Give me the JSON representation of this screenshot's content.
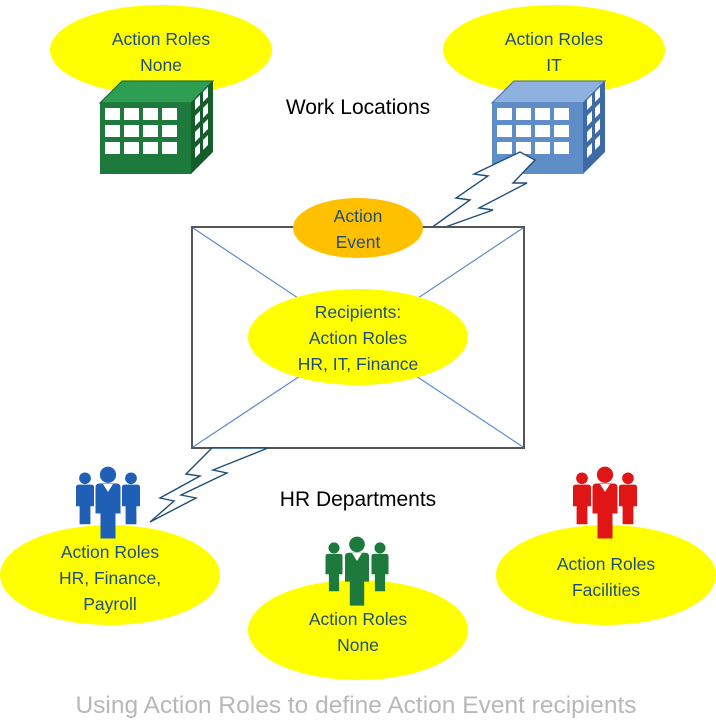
{
  "headings": {
    "work_locations": "Work Locations",
    "hr_departments": "HR Departments"
  },
  "work_locations": {
    "left": {
      "line1": "Action Roles",
      "line2": "None"
    },
    "right": {
      "line1": "Action Roles",
      "line2": "IT"
    }
  },
  "action_event": {
    "line1": "Action",
    "line2": "Event"
  },
  "envelope": {
    "line1": "Recipients:",
    "line2": "Action Roles",
    "line3": "HR, IT, Finance"
  },
  "departments": {
    "left": {
      "line1": "Action Roles",
      "line2": "HR, Finance,",
      "line3": "Payroll"
    },
    "middle": {
      "line1": "Action Roles",
      "line2": "None"
    },
    "right": {
      "line1": "Action Roles",
      "line2": "Facilities"
    }
  },
  "caption": "Using Action Roles to define Action Event recipients",
  "colors": {
    "oval_fill": "#ffff00",
    "action_event_fill": "#ffc000",
    "text": "#1f4e79",
    "building_green": "#1e7a3c",
    "building_blue": "#5f8dc8",
    "people_blue": "#1f5fb5",
    "people_green": "#1e7a3c",
    "people_red": "#e01515",
    "caption": "#b8b8b8"
  },
  "icons": {
    "building_left": "office-building-green",
    "building_right": "office-building-blue",
    "people_left": "people-group-blue",
    "people_middle": "people-group-green",
    "people_right": "people-group-red",
    "lightning": "lightning-bolt"
  }
}
